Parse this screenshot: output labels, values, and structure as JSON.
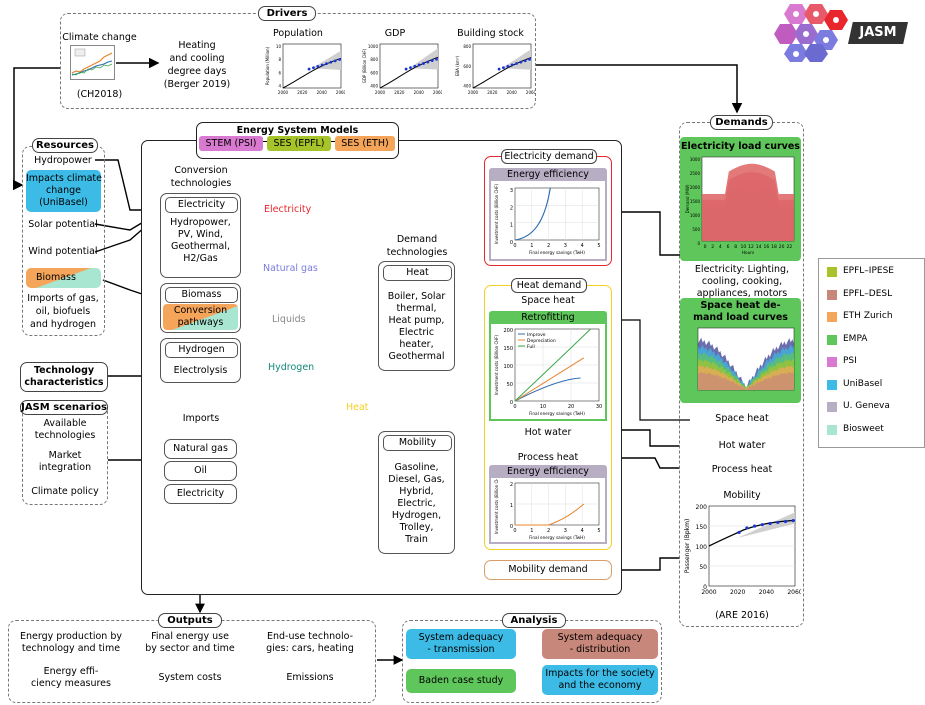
{
  "drivers": {
    "title": "Drivers",
    "climate_change": "Climate change",
    "ch2018": "(CH2018)",
    "hdd": [
      "Heating",
      "and cooling",
      "degree days",
      "(Berger 2019)"
    ],
    "population": {
      "title": "Population",
      "ylabel": "Population (Million)",
      "yticks": [
        "10",
        "8",
        "6",
        "4"
      ],
      "xticks": [
        "2000",
        "2020",
        "2040",
        "2060"
      ]
    },
    "gdp": {
      "title": "GDP",
      "ylabel": "GDP (Billion CHF)",
      "yticks": [
        "1000",
        "800",
        "600",
        "400"
      ],
      "xticks": [
        "2000",
        "2020",
        "2040",
        "2060"
      ]
    },
    "building": {
      "title": "Building stock",
      "ylabel": "EBA (km²)",
      "yticks": [
        "800",
        "600",
        "400"
      ],
      "xticks": [
        "2000",
        "2020",
        "2040",
        "2060"
      ]
    }
  },
  "jasm_label": "JASM",
  "resources": {
    "title": "Resources",
    "hydropower": "Hydropower",
    "impacts": [
      "Impacts climate",
      "change",
      "(UniBasel)"
    ],
    "solar": "Solar potential",
    "wind": "Wind potential",
    "biomass": "Biomass",
    "imports": [
      "Imports of gas,",
      "oil, biofuels",
      "and hydrogen"
    ]
  },
  "tech_char": [
    "Technology",
    "characteristics"
  ],
  "scenarios": {
    "title": "JASM scenarios",
    "items": [
      [
        "Available",
        "technologies"
      ],
      [
        "Market",
        "integration"
      ],
      [
        "Climate policy"
      ]
    ]
  },
  "esm": {
    "title": "Energy System Models",
    "stem": "STEM (PSI)",
    "ses_epfl": "SES (EPFL)",
    "ses_eth": "SES (ETH)",
    "conv_heading": [
      "Conversion",
      "technologies"
    ],
    "electricity_box": {
      "title": "Electricity",
      "lines": [
        "Hydropower,",
        "PV, Wind,",
        "Geothermal,",
        "H2/Gas"
      ]
    },
    "biomass_box": {
      "title": "Biomass",
      "sub": [
        "Conversion",
        "pathways"
      ]
    },
    "hydrogen_box": {
      "title": "Hydrogen",
      "sub": "Electrolysis"
    },
    "imports_heading": "Imports",
    "imports": [
      "Natural gas",
      "Oil",
      "Electricity"
    ],
    "carriers": {
      "electricity": "Electricity",
      "natural_gas": "Natural gas",
      "liquids": "Liquids",
      "hydrogen": "Hydrogen",
      "heat": "Heat"
    },
    "demand_heading": [
      "Demand",
      "technologies"
    ],
    "heat_box": {
      "title": "Heat",
      "lines": [
        "Boiler, Solar",
        "thermal,",
        "Heat pump,",
        "Electric",
        "heater,",
        "Geothermal"
      ]
    },
    "mobility_box": {
      "title": "Mobility",
      "lines": [
        "Gasoline,",
        "Diesel, Gas,",
        "Hybrid,",
        "Electric,",
        "Hydrogen,",
        "Trolley,",
        "Train"
      ]
    }
  },
  "elec_demand": {
    "title": "Electricity demand",
    "ee_title": "Energy efficiency",
    "ylabel": "Investment costs (Billion CHF)",
    "xlabel": "Final energy savings (TwH)",
    "xticks": [
      "0",
      "1",
      "2",
      "3",
      "4",
      "5"
    ],
    "yticks": [
      "3",
      "2",
      "1",
      "0"
    ]
  },
  "heat_demand": {
    "title": "Heat demand",
    "space_heat": "Space heat",
    "retrofit_title": "Retrofitting",
    "legend": [
      "Improve",
      "Depreciation",
      "Full"
    ],
    "xticks": [
      "0",
      "10",
      "20",
      "30"
    ],
    "yticks": [
      "200",
      "150",
      "100",
      "50",
      "0"
    ],
    "ylabel": "Investment costs (Billion CHF)",
    "xlabel": "Final energy savings (TwH)",
    "hot_water": "Hot water",
    "process_heat": "Process heat",
    "ee_title": "Energy efficiency",
    "ee_xticks": [
      "0",
      "1",
      "2",
      "3",
      "4",
      "5"
    ],
    "ee_yticks": [
      "2",
      "1",
      "0"
    ]
  },
  "mobility_demand": "Mobility demand",
  "demands": {
    "title": "Demands",
    "elc_title": "Electricity load curves",
    "elc_xticks": [
      "0",
      "2",
      "4",
      "6",
      "8",
      "10",
      "12",
      "14",
      "16",
      "18",
      "20",
      "22"
    ],
    "elc_yticks": [
      "3000",
      "2500",
      "2000",
      "1500",
      "1000",
      "500",
      "0"
    ],
    "elc_xlabel": "Hours",
    "elc_ylabel": "Demand (MW)",
    "elec_uses": [
      "Electricity: Lighting,",
      "cooling, cooking,",
      "appliances, motors"
    ],
    "sh_title": [
      "Space heat de-",
      "mand load curves"
    ],
    "space_heat": "Space heat",
    "hot_water": "Hot water",
    "process_heat": "Process heat",
    "mobility": "Mobility",
    "mob_ylabel": "Passenger (Bpkm)",
    "mob_yticks": [
      "200",
      "150",
      "100",
      "50",
      "0"
    ],
    "mob_xticks": [
      "2000",
      "2020",
      "2040",
      "2060"
    ],
    "are": "(ARE 2016)"
  },
  "outputs": {
    "title": "Outputs",
    "items": [
      [
        "Energy production by",
        "technology and time"
      ],
      [
        "Final energy use",
        "by sector and time"
      ],
      [
        "End-use technolo-",
        "gies: cars, heating"
      ],
      [
        "Energy effi-",
        "ciency measures"
      ],
      [
        "System costs"
      ],
      [
        "Emissions"
      ]
    ]
  },
  "analysis": {
    "title": "Analysis",
    "items": [
      [
        "System adequacy",
        "- transmission"
      ],
      [
        "System adequacy",
        "- distribution"
      ],
      [
        "Baden case study"
      ],
      [
        "Impacts for the society",
        "and the economy"
      ]
    ]
  },
  "legend": [
    {
      "name": "EPFL–IPESE",
      "color": "#a6c42a"
    },
    {
      "name": "EPFL–DESL",
      "color": "#c7877a"
    },
    {
      "name": "ETH Zurich",
      "color": "#f5a55a"
    },
    {
      "name": "EMPA",
      "color": "#5ec65a"
    },
    {
      "name": "PSI",
      "color": "#d87ad0"
    },
    {
      "name": "UniBasel",
      "color": "#3bbbe6"
    },
    {
      "name": "U. Geneva",
      "color": "#b7aec4"
    },
    {
      "name": "Biosweet",
      "color": "#a8e6d2"
    }
  ],
  "colors": {
    "electricity": "#e8262b",
    "natural_gas": "#7b7be0",
    "liquids": "#888888",
    "hydrogen": "#138a7a",
    "heat": "#f5d020",
    "mobility_line": "#d7a06a",
    "curve_blue": "#2b6cb0",
    "curve_orange": "#e8842c",
    "curve_green": "#3aa84b"
  }
}
